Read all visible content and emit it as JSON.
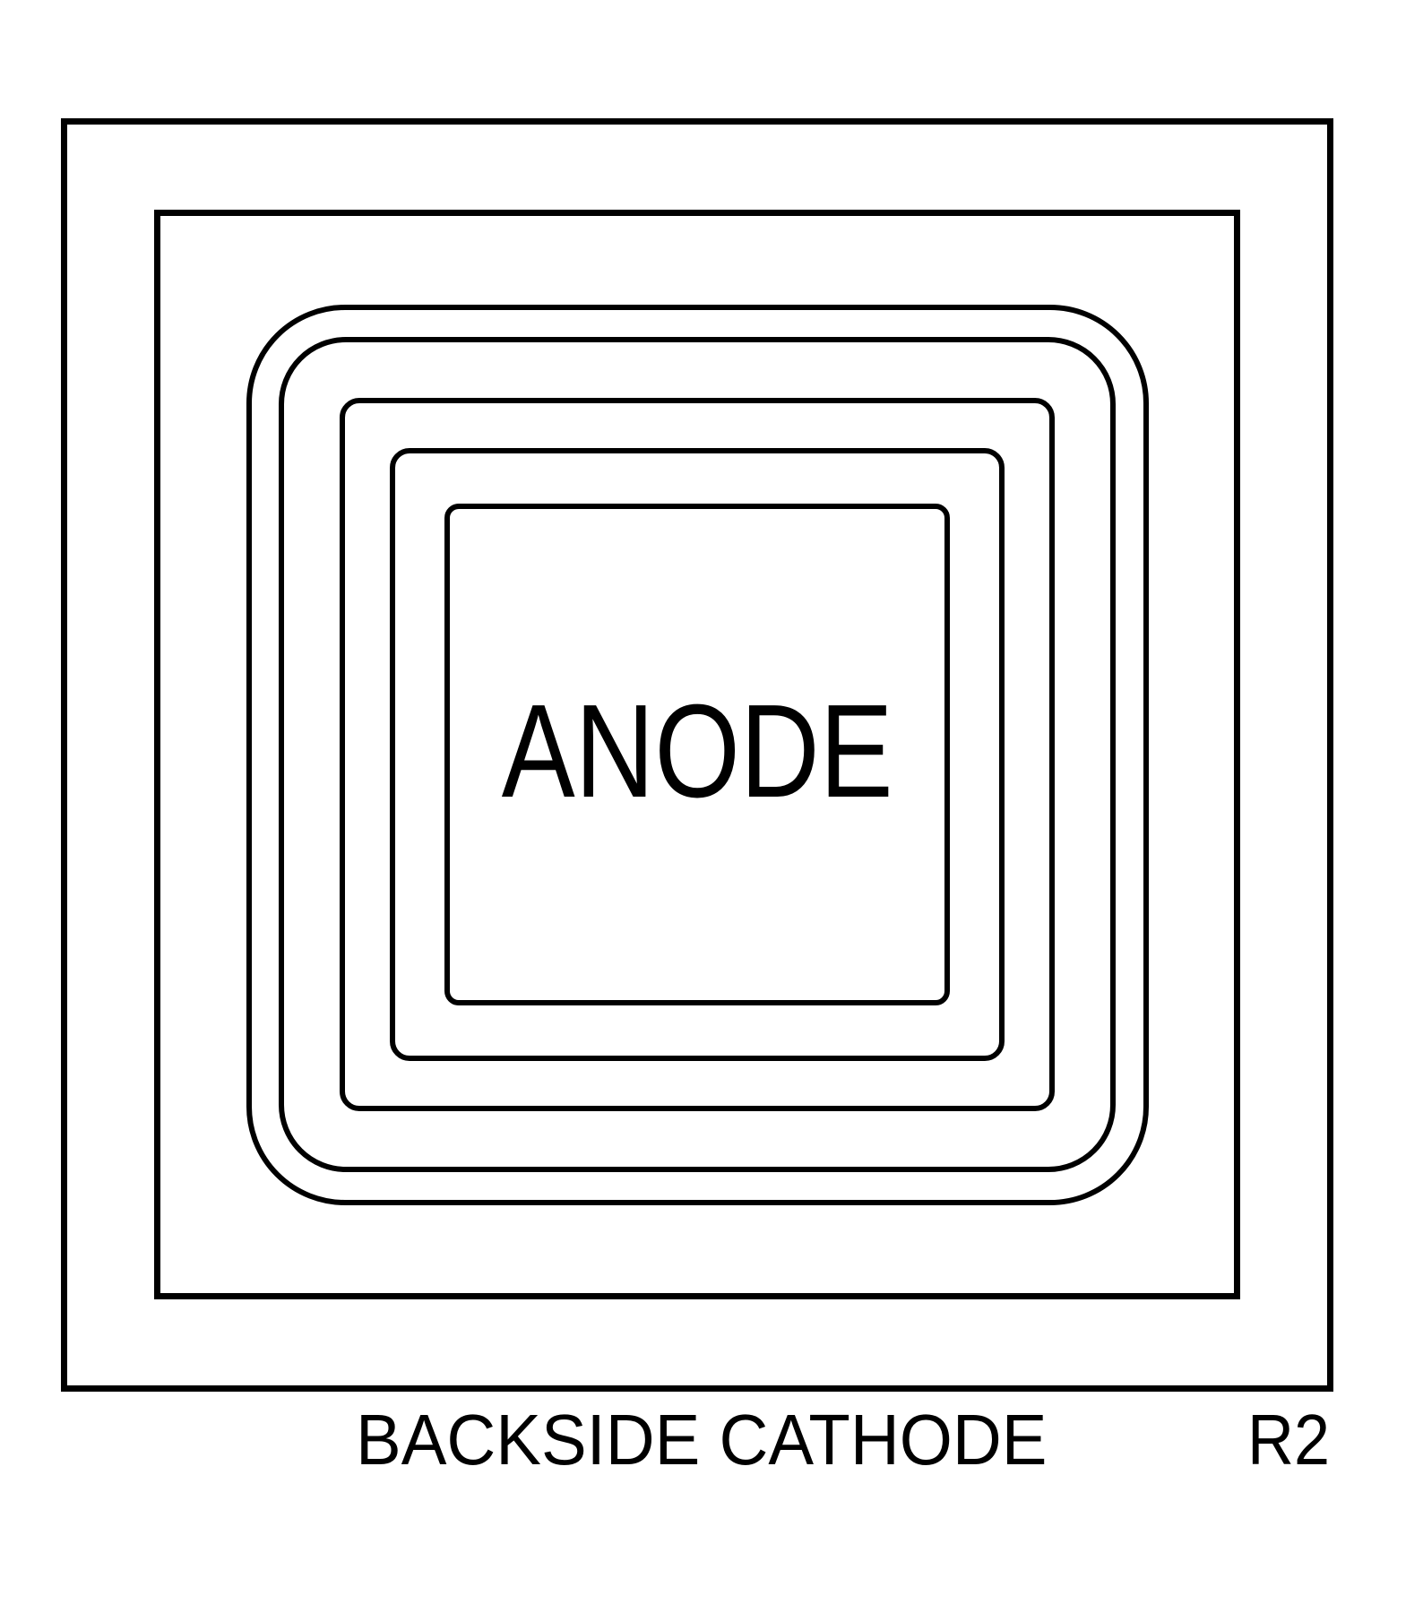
{
  "figure": {
    "labels": {
      "anode": "ANODE",
      "backside_cathode": "BACKSIDE CATHODE",
      "revision": "R2"
    },
    "colors": {
      "line": "#000000",
      "background": "#ffffff"
    }
  }
}
